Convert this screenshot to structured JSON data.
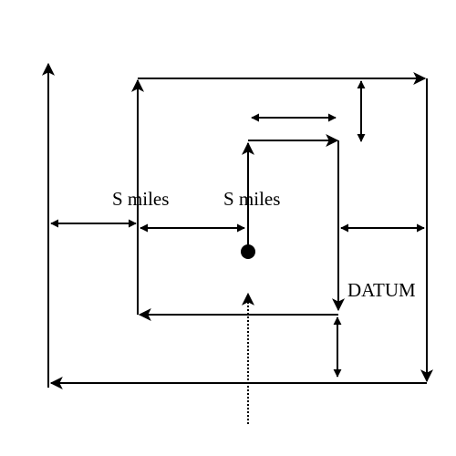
{
  "labels": {
    "spacing_left": "S miles",
    "spacing_center": "S miles",
    "datum": "DATUM"
  },
  "colors": {
    "stroke": "#000000",
    "background": "#ffffff"
  }
}
